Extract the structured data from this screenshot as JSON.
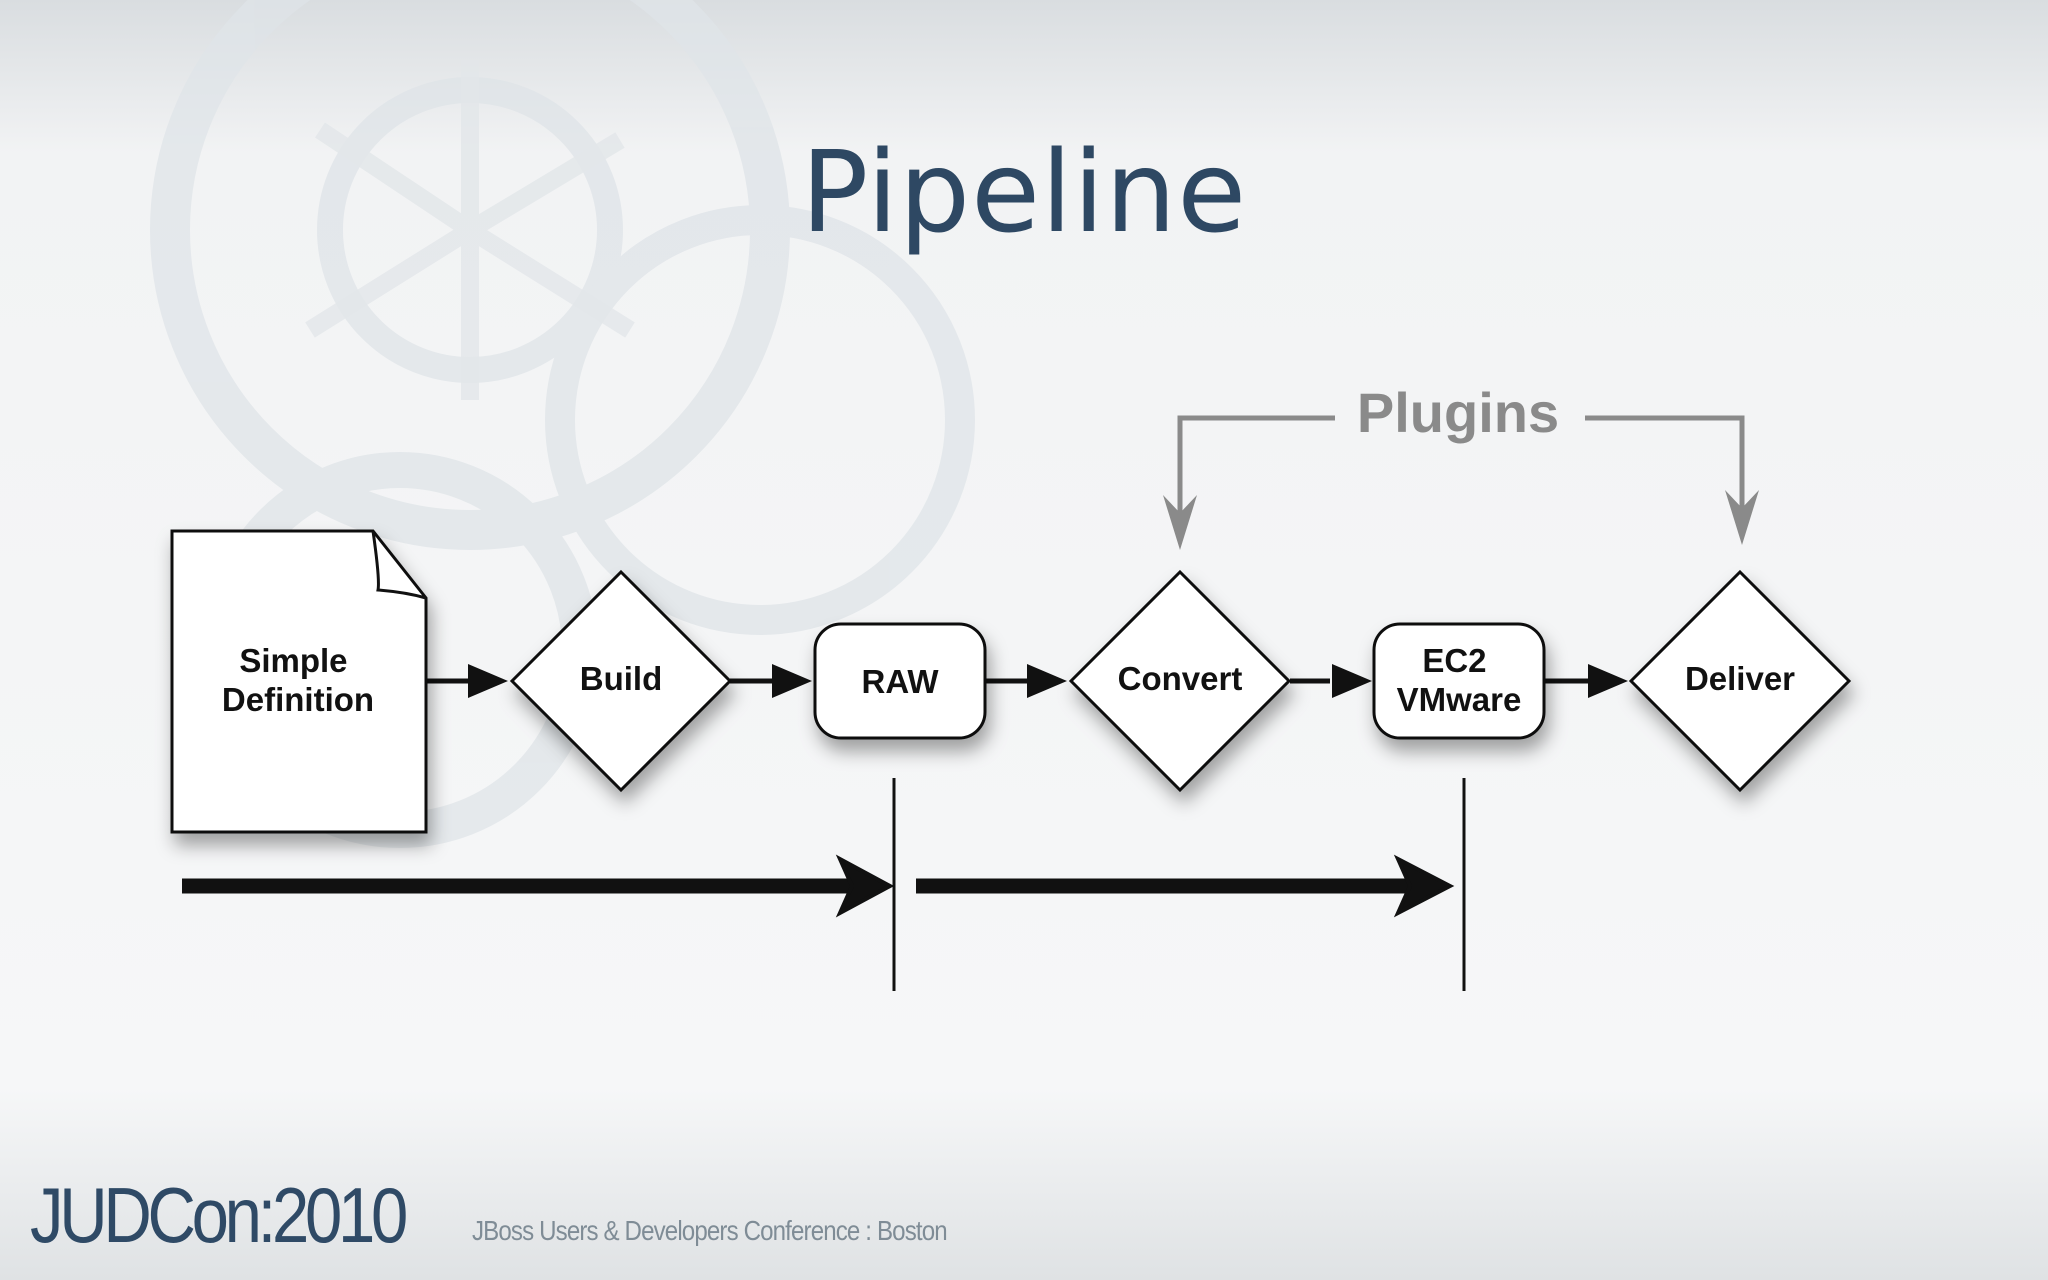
{
  "slide": {
    "title": "Pipeline",
    "footer": {
      "logo": "JUDCon:2010",
      "tagline": "JBoss Users & Developers Conference : Boston"
    }
  },
  "diagram": {
    "nodes": {
      "definition": [
        "Simple",
        "Definition"
      ],
      "build": "Build",
      "raw": "RAW",
      "convert": "Convert",
      "ec2": [
        "EC2",
        "VMware"
      ],
      "deliver": "Deliver"
    },
    "plugins_label": "Plugins"
  },
  "colors": {
    "title": "#2e4863",
    "plugins": "#8a8a8a",
    "node_stroke": "#111111",
    "node_fill": "#ffffff"
  }
}
